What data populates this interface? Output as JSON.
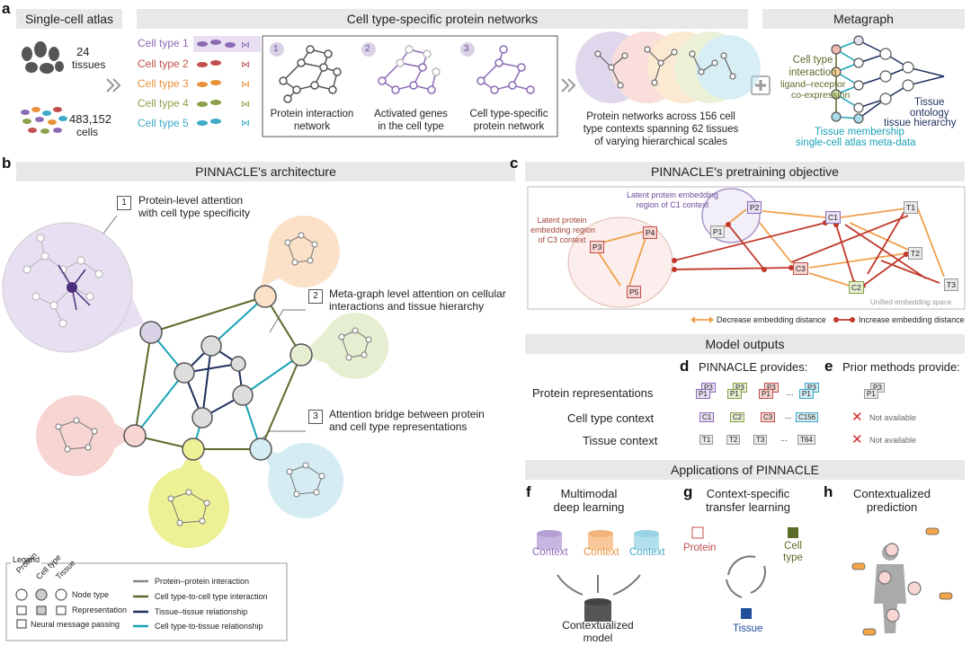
{
  "panel_a": {
    "letter": "a",
    "atlas_header": "Single-cell atlas",
    "tissues_count": "24",
    "tissues_label": "tissues",
    "cells_count": "483,152",
    "cells_label": "cells",
    "networks_header": "Cell type-specific protein networks",
    "cell_types": [
      "Cell type 1",
      "Cell type 2",
      "Cell type 3",
      "Cell type 4",
      "Cell type 5"
    ],
    "cell_type_colors": [
      "#8b6bb5",
      "#c0504d",
      "#e8913a",
      "#8aa14a",
      "#3fa9c8"
    ],
    "steps": [
      {
        "num": "1",
        "label1": "Protein interaction",
        "label2": "network"
      },
      {
        "num": "2",
        "label1": "Activated genes",
        "label2": "in the cell type"
      },
      {
        "num": "3",
        "label1": "Cell type-specific",
        "label2": "protein network"
      }
    ],
    "networks_caption": [
      "Protein networks across 156 cell",
      "type contexts spanning 62 tissues",
      "of varying hierarchical scales"
    ],
    "metagraph_header": "Metagraph",
    "mg_cell_type": [
      "Cell type",
      "interaction"
    ],
    "mg_ligand": "ligand–receptor",
    "mg_coexp": "co-expression",
    "mg_tissue": "Tissue",
    "mg_ontology": "ontology",
    "mg_hierarchy": "tissue hierarchy",
    "mg_membership": "Tissue membership",
    "mg_metadata": "single-cell atlas meta-data"
  },
  "panel_b": {
    "letter": "b",
    "header": "PINNACLE's architecture",
    "callouts": [
      {
        "num": "1",
        "line1": "Protein-level attention",
        "line2": "with cell type specificity"
      },
      {
        "num": "2",
        "line1": "Meta-graph level attention on cellular",
        "line2": "interactions and tissue hierarchy"
      },
      {
        "num": "3",
        "line1": "Attention bridge between protein",
        "line2": "and cell type representations"
      }
    ],
    "legend": {
      "title": "Legend",
      "col_headers": [
        "Protein",
        "Cell type",
        "Tissue"
      ],
      "node_type": "Node type",
      "representation": "Representation",
      "message": "Neural message passing",
      "edges": [
        {
          "label": "Protein–protein interaction",
          "color": "#888888"
        },
        {
          "label": "Cell type-to-cell type interaction",
          "color": "#5a6b2a"
        },
        {
          "label": "Tissue–tissue relationship",
          "color": "#1f2f5f"
        },
        {
          "label": "Cell type-to-tissue relationship",
          "color": "#1aa3b5"
        }
      ]
    }
  },
  "panel_c": {
    "letter": "c",
    "header": "PINNACLE's pretraining objective",
    "region_c1": [
      "Latent protein embedding",
      "region of C1 context"
    ],
    "region_c3": [
      "Latent protein",
      "embedding region",
      "of C3 context"
    ],
    "nodes": [
      "P1",
      "P2",
      "P3",
      "P4",
      "P5",
      "C1",
      "C2",
      "C3",
      "T1",
      "T2",
      "T3"
    ],
    "space_label": "Unified embedding space",
    "decrease": "Decrease embedding distance",
    "increase": "Increase embedding distance",
    "decrease_color": "#f0a04b",
    "increase_color": "#c0392b"
  },
  "model_outputs": {
    "header": "Model outputs",
    "d_letter": "d",
    "d_title": "PINNACLE provides:",
    "e_letter": "e",
    "e_title": "Prior methods provide:",
    "rows": [
      "Protein representations",
      "Cell type context",
      "Tissue context"
    ],
    "cell_tokens": [
      "C1",
      "C2",
      "C3",
      "C156"
    ],
    "tissue_tokens": [
      "T1",
      "T2",
      "T3",
      "T64"
    ],
    "protein_tokens": [
      "P1",
      "P1",
      "P1",
      "P1"
    ],
    "protein_tokens_back": [
      "P3",
      "P3",
      "P3",
      "P3"
    ],
    "prior_protein_tokens": [
      "P1",
      "P3"
    ],
    "ellipsis": "...",
    "not_available": "Not available"
  },
  "applications": {
    "header": "Applications of PINNACLE",
    "f_letter": "f",
    "f_title": [
      "Multimodal",
      "deep learning"
    ],
    "f_contexts": [
      "Context",
      "Context",
      "Context"
    ],
    "f_output": [
      "Contextualized",
      "model"
    ],
    "g_letter": "g",
    "g_title": [
      "Context-specific",
      "transfer learning"
    ],
    "g_protein": "Protein",
    "g_cell": [
      "Cell",
      "type"
    ],
    "g_tissue": "Tissue",
    "h_letter": "h",
    "h_title": [
      "Contextualized",
      "prediction"
    ]
  }
}
